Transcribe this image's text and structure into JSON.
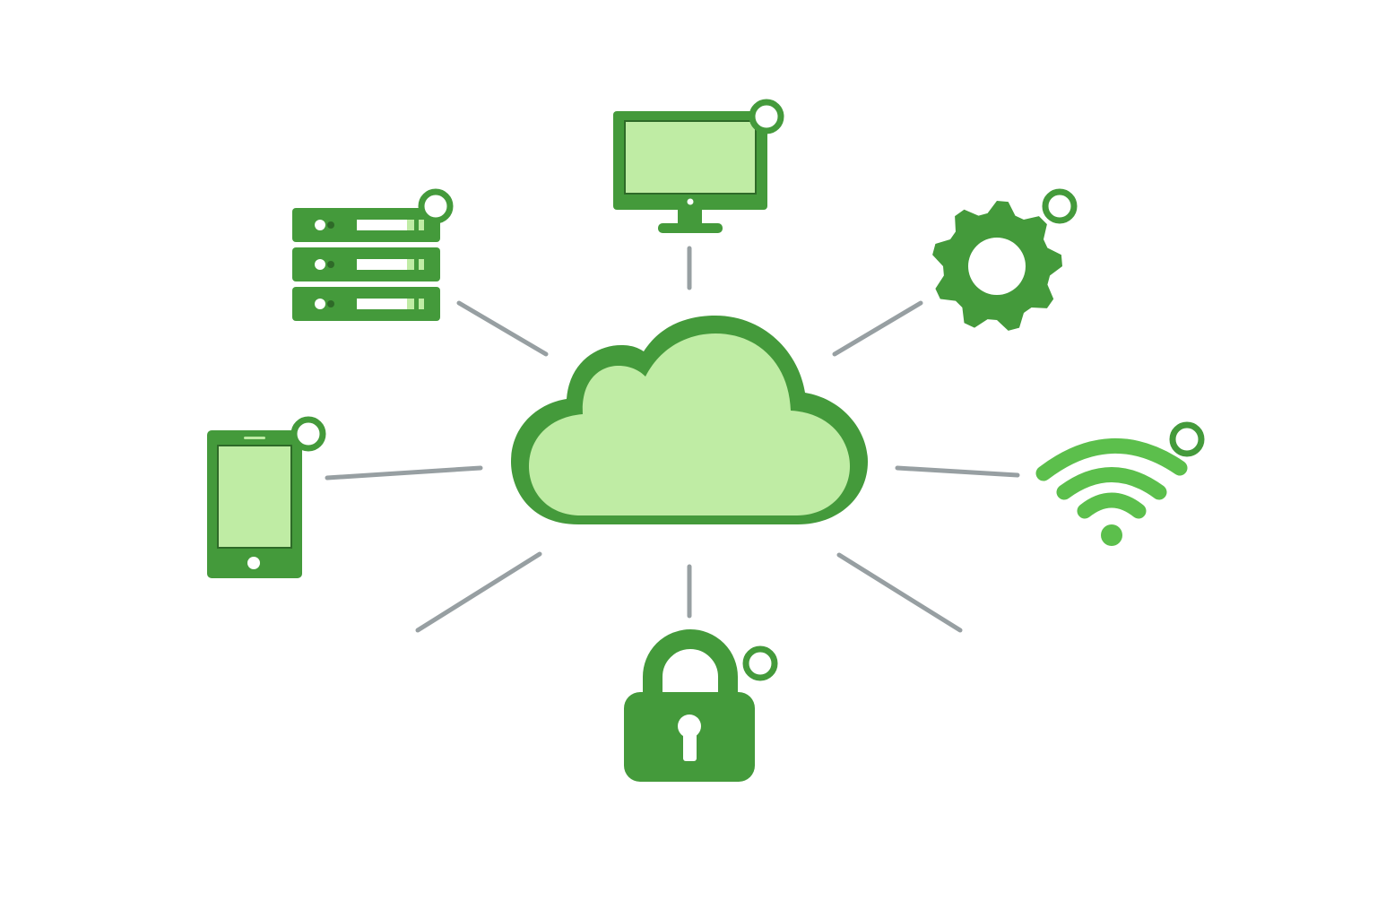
{
  "diagram": {
    "type": "hub-and-spoke network",
    "hub": {
      "icon": "cloud-icon"
    },
    "nodes": [
      {
        "icon": "server-rack-icon",
        "badge": "status-ring"
      },
      {
        "icon": "desktop-monitor-icon",
        "badge": "status-ring"
      },
      {
        "icon": "gear-icon",
        "badge": "status-ring"
      },
      {
        "icon": "smartphone-icon",
        "badge": "status-ring"
      },
      {
        "icon": "wifi-icon",
        "badge": "status-ring"
      },
      {
        "icon": "padlock-icon",
        "badge": "status-ring"
      }
    ],
    "connector_count": 8
  },
  "colors": {
    "primary_green": "#449a3b",
    "light_green_fill": "#bfeca4",
    "wifi_green": "#5cbf4c",
    "connector_gray": "#8c9598",
    "background": "#ffffff"
  }
}
